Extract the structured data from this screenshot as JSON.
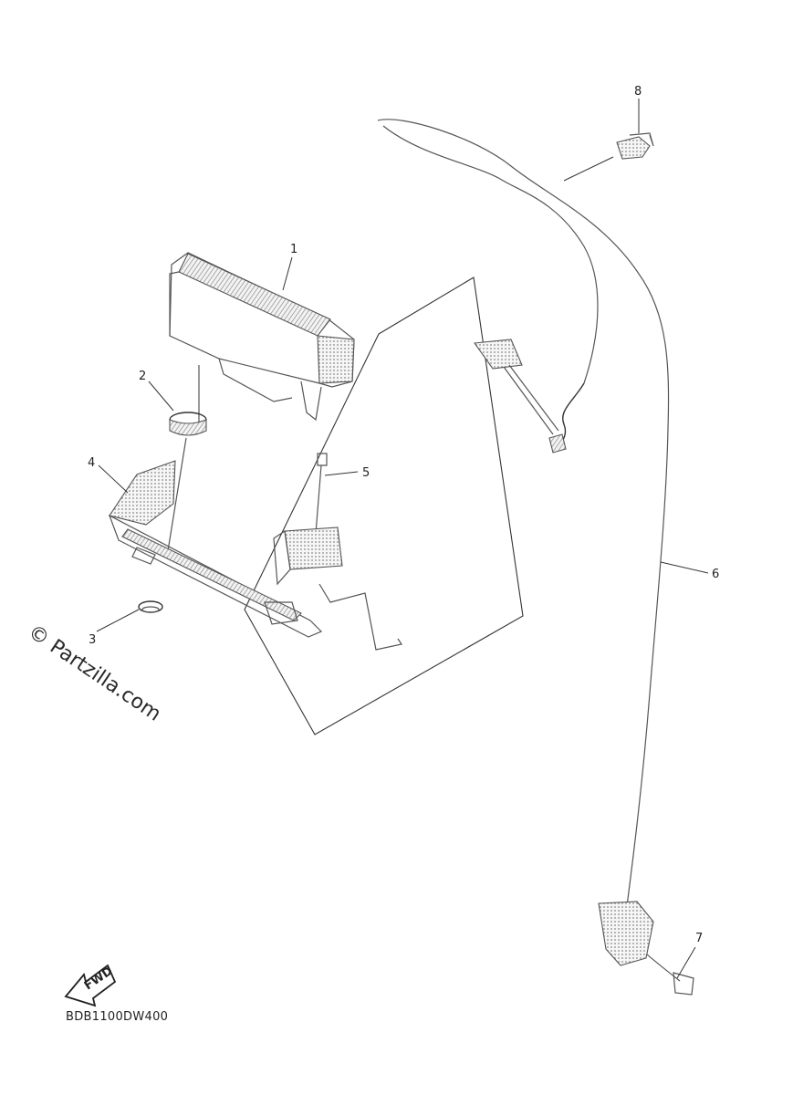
{
  "callouts": {
    "c1": "1",
    "c2": "2",
    "c3": "3",
    "c4": "4",
    "c5": "5",
    "c6": "6",
    "c7": "7",
    "c8": "8"
  },
  "fwd_label": "FWD",
  "diagram_code": "BDB1100DW400",
  "watermark": "© Partzilla.com"
}
